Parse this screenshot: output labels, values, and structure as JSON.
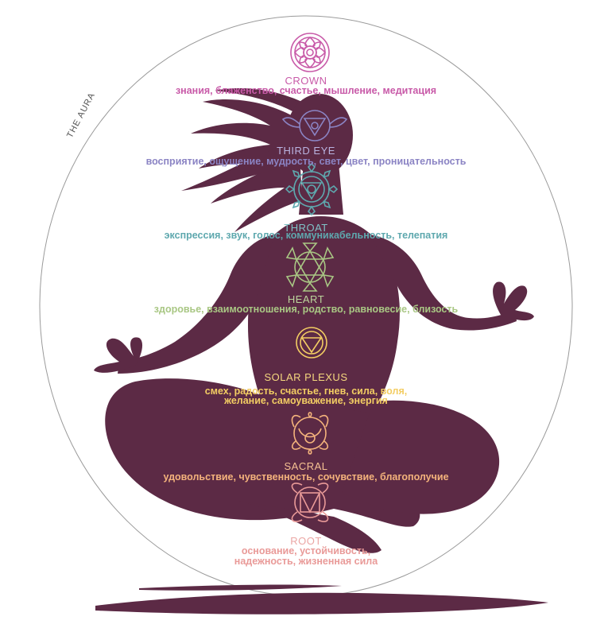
{
  "aura_label": "THE AURA",
  "colors": {
    "silhouette": "#5c2a45",
    "aura_stroke": "#9a9a9a",
    "shadow": "#5c2a45"
  },
  "chakras": [
    {
      "id": "crown",
      "name": "CROWN",
      "description": [
        "знания, блаженство, счастье, мышление, медитация"
      ],
      "color": "#c85aa8",
      "name_color": "#c85aa8",
      "icon": "lotus-icon"
    },
    {
      "id": "third-eye",
      "name": "THIRD EYE",
      "description": [
        "восприятие, ощущение, мудрость, свет, цвет, проницательность"
      ],
      "color": "#8b84c4",
      "name_color": "#b9b3e0",
      "icon": "eye-icon"
    },
    {
      "id": "throat",
      "name": "THROAT",
      "description": [
        "экспрессия, звук, голос, коммуникабельность, телепатия"
      ],
      "color": "#5ea8ae",
      "name_color": "#7fc1c6",
      "icon": "throat-icon"
    },
    {
      "id": "heart",
      "name": "HEART",
      "description": [
        "здоровье, взаимоотношения, родство, равновесие, близость"
      ],
      "color": "#a9c784",
      "name_color": "#bcd59c",
      "icon": "hexagram-icon"
    },
    {
      "id": "solar-plexus",
      "name": "SOLAR PLEXUS",
      "description": [
        "смех, радость, счастье, гнев, сила, воля,",
        "желание, самоуважение, энергия"
      ],
      "color": "#f3cd63",
      "name_color": "#f5d77e",
      "icon": "sun-icon"
    },
    {
      "id": "sacral",
      "name": "SACRAL",
      "description": [
        "удовольствие, чувственность, сочувствие, благополучие"
      ],
      "color": "#f4b37c",
      "name_color": "#f6c193",
      "icon": "crescent-icon"
    },
    {
      "id": "root",
      "name": "ROOT",
      "description": [
        "основание, устойчивость,",
        "надежность, жизненная сила"
      ],
      "color": "#e99a98",
      "name_color": "#eba6a4",
      "icon": "square-lotus-icon"
    }
  ]
}
